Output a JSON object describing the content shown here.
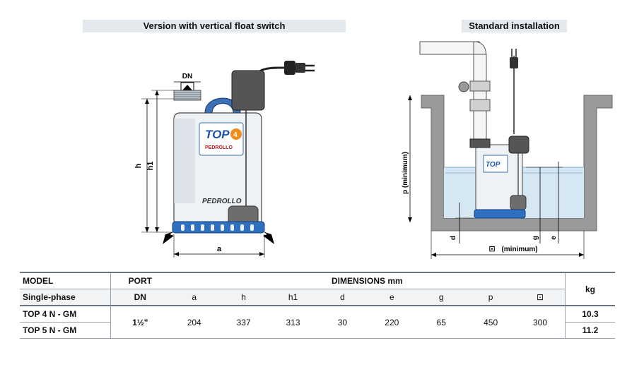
{
  "captions": {
    "left": "Version with vertical float switch",
    "right": "Standard installation"
  },
  "left_drawing": {
    "port_label": "DN",
    "dim_h": "h",
    "dim_h1": "h1",
    "dim_a": "a",
    "brand_top": "TOP",
    "brand_num": "4",
    "brand_pedrollo": "PEDROLLO",
    "brand_pedrollo_lower": "PEDROLLO"
  },
  "right_drawing": {
    "dim_p": "p  (minimum)",
    "dim_d": "d",
    "dim_g": "g",
    "dim_e": "e",
    "dim_square": "(minimum)",
    "square_symbol": "⊡"
  },
  "table": {
    "head1": {
      "model": "MODEL",
      "port": "PORT",
      "dimensions": "DIMENSIONS mm",
      "kg": "kg"
    },
    "head2": {
      "model": "Single-phase",
      "port": "DN",
      "cols": [
        "a",
        "h",
        "h1",
        "d",
        "e",
        "g",
        "p",
        "⊡"
      ]
    },
    "port_value": "1½\"",
    "rows": [
      {
        "model": "TOP 4 N - GM",
        "kg": "10.3"
      },
      {
        "model": "TOP 5 N - GM",
        "kg": "11.2"
      }
    ],
    "shared_dims": [
      "204",
      "337",
      "313",
      "30",
      "220",
      "65",
      "450",
      "300"
    ]
  }
}
